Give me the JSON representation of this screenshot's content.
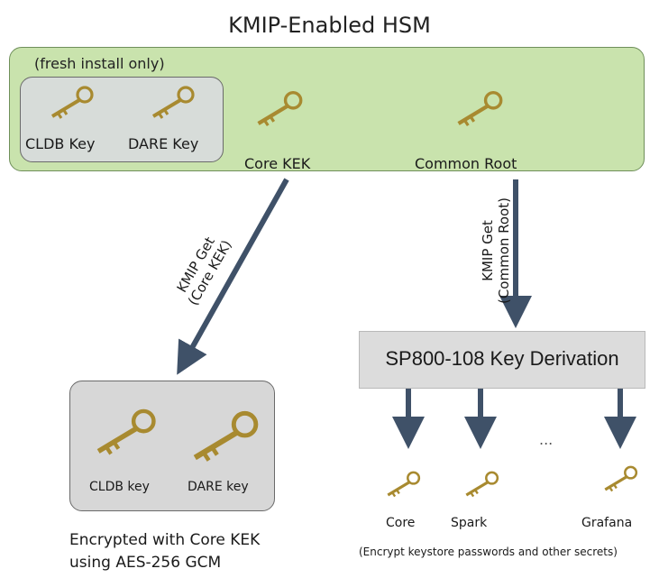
{
  "title": "KMIP-Enabled HSM",
  "hsm": {
    "fresh_install_label": "(fresh install only)",
    "cldb_key": "CLDB Key",
    "dare_key": "DARE Key",
    "core_kek": "Core KEK",
    "common_root": "Common Root"
  },
  "arrows": {
    "kmip_core_line1": "KMIP Get",
    "kmip_core_line2": "(Core KEK)",
    "kmip_root_line1": "KMIP Get",
    "kmip_root_line2": "(Common Root)"
  },
  "derivation": {
    "label": "SP800-108 Key Derivation",
    "ellipsis": "...",
    "outputs": [
      "Core",
      "Spark",
      "Grafana"
    ],
    "note": "(Encrypt keystore passwords and other secrets)"
  },
  "encrypted": {
    "cldb_key": "CLDB key",
    "dare_key": "DARE key",
    "caption_line1": "Encrypted with Core KEK",
    "caption_line2": "using AES-256 GCM"
  },
  "colors": {
    "hsm_fill": "#c9e3ad",
    "arrow": "#3f5168",
    "key_gold": "#b89a3c"
  }
}
